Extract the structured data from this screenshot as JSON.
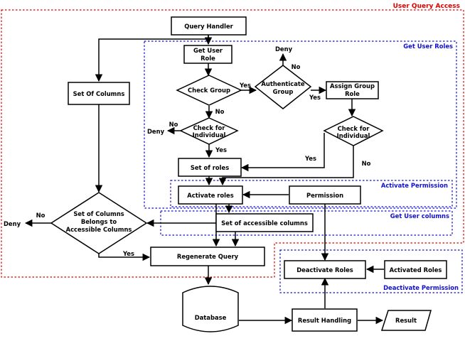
{
  "regions": {
    "user_query_access": "User Query Access",
    "get_user_roles": "Get User Roles",
    "activate_permission": "Activate Permission",
    "get_user_columns": "Get User columns",
    "deactivate_permission": "Deactivate Permission"
  },
  "nodes": {
    "query_handler": "Query Handler",
    "get_user_role": [
      "Get User",
      "Role"
    ],
    "check_group": "Check Group",
    "authenticate_group": [
      "Authenticate",
      "Group"
    ],
    "assign_group_role": [
      "Assign Group",
      "Role"
    ],
    "check_individual_left": [
      "Check for",
      "Individual"
    ],
    "check_individual_right": [
      "Check for",
      "Individual"
    ],
    "set_of_roles": "Set of roles",
    "activate_roles": "Activate roles",
    "permission": "Permission",
    "set_of_columns": "Set Of Columns",
    "columns_belong": [
      "Set of Columns",
      "Belongs to",
      "Accessible Columns"
    ],
    "set_accessible_columns": "Set of accessible columns",
    "regenerate_query": "Regenerate Query",
    "deactivate_roles": "Deactivate Roles",
    "activated_roles": "Activated Roles",
    "database": "Database",
    "result_handling": "Result Handling",
    "result": "Result"
  },
  "labels": {
    "deny_top": "Deny",
    "deny_mid": "Deny",
    "deny_left": "Deny",
    "yes_check_group": "Yes",
    "yes_auth": "Yes",
    "no_auth": "No",
    "no_check_group": "No",
    "no_individual_left": "No",
    "yes_individual_left": "Yes",
    "yes_individual_right": "Yes",
    "no_individual_right": "No",
    "no_columns": "No",
    "yes_columns": "Yes"
  }
}
